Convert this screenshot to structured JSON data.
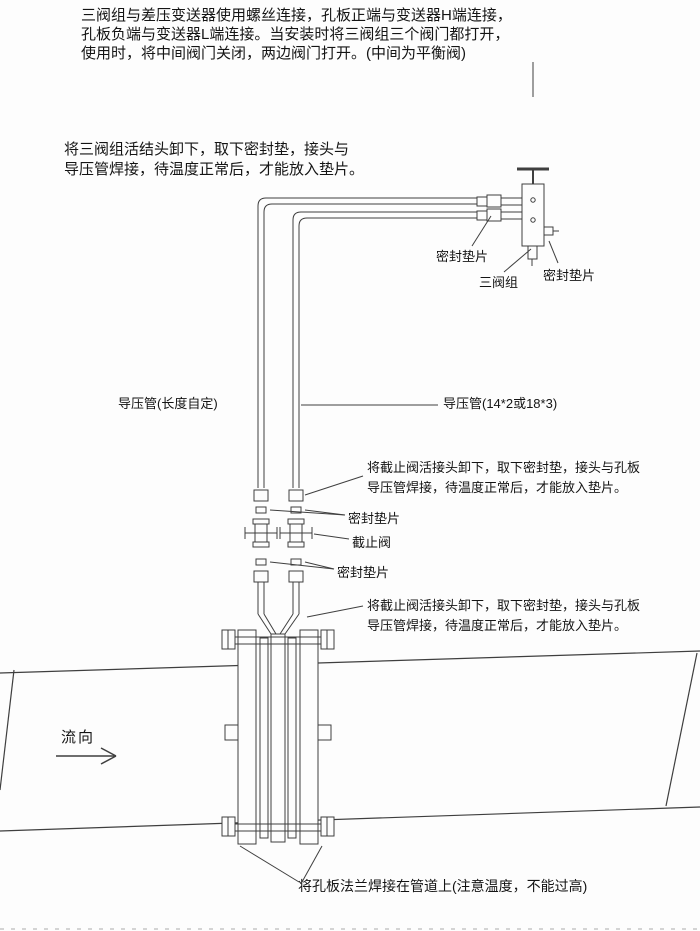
{
  "colors": {
    "line": "#3f3f3f",
    "text": "#141414",
    "background": "#fdfdfd"
  },
  "notes": {
    "top": [
      "三阀组与差压变送器使用螺丝连接，孔板正端与变送器H端连接，",
      "孔板负端与变送器L端连接。当安装时将三阀组三个阀门都打开，",
      "使用时，将中间阀门关闭，两边阀门打开。(中间为平衡阀)"
    ],
    "manifold": [
      "将三阀组活结头卸下，取下密封垫，接头与",
      "导压管焊接，待温度正常后，才能放入垫片。"
    ],
    "valve_upper": [
      "将截止阀活接头卸下，取下密封垫，接头与孔板",
      "导压管焊接，待温度正常后，才能放入垫片。"
    ],
    "valve_lower": [
      "将截止阀活接头卸下，取下密封垫，接头与孔板",
      "导压管焊接，待温度正常后，才能放入垫片。"
    ],
    "bottom": "将孔板法兰焊接在管道上(注意温度，不能过高)"
  },
  "labels": {
    "seal_gasket": [
      "密封垫片",
      "密封垫片",
      "密封垫片",
      "密封垫片"
    ],
    "manifold": "三阀组",
    "impulse_pipe_left": "导压管(长度自定)",
    "impulse_pipe_right": "导压管(14*2或18*3)",
    "shutoff_valve": "截止阀",
    "flow_direction": "流向"
  }
}
